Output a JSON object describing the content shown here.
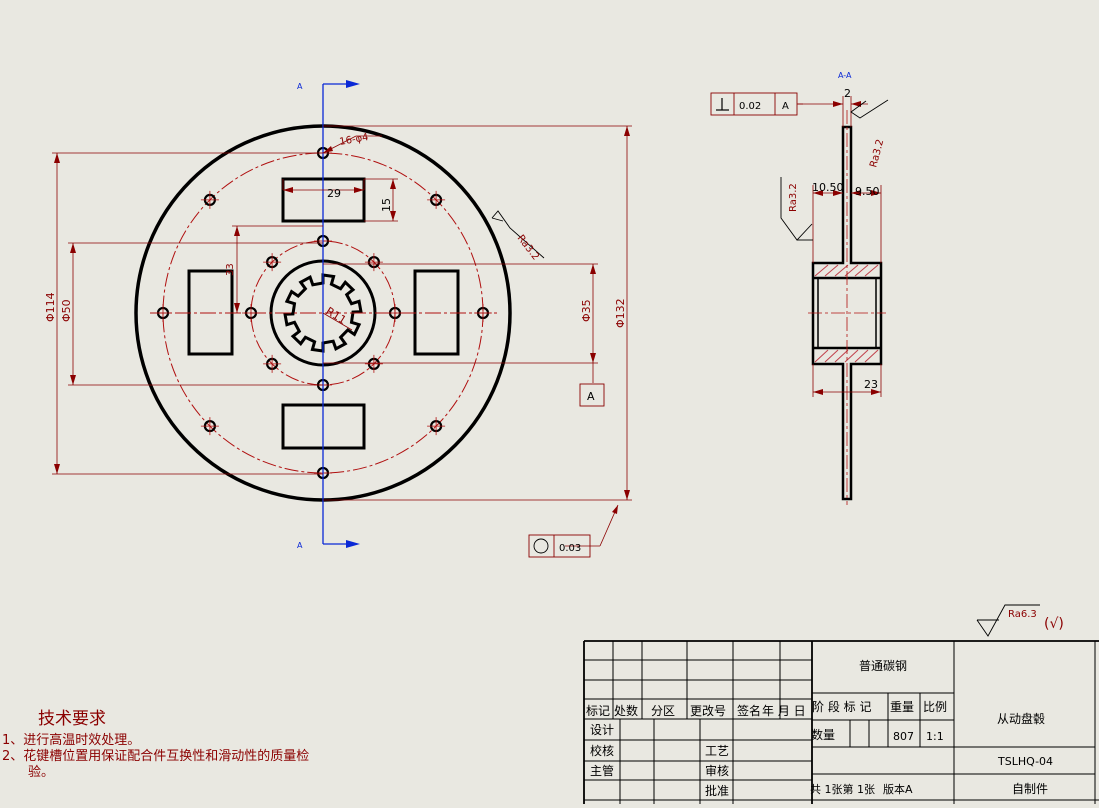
{
  "colors": {
    "background": "#e9e8e1",
    "part_outline": "#000000",
    "dimension": "#8b0000",
    "section_arrow": "#0a28d6",
    "requirements_text": "#8b0000"
  },
  "section": {
    "top_label": "A",
    "bottom_label": "A",
    "view_title": "A-A"
  },
  "front_view": {
    "dims": {
      "holes": "16-φ4",
      "slot_length": "29",
      "slot_width": "15",
      "roughness_ra": "Ra3.2",
      "offset": "33",
      "radius_spline": "R11",
      "dia_114": "Φ114",
      "dia_50": "Φ50",
      "dia_35": "Φ35",
      "dia_132": "Φ132"
    },
    "datum": "A",
    "circularity": "0.03"
  },
  "section_view": {
    "perpendicularity": {
      "tolerance": "0.02",
      "datum": "A"
    },
    "dims": {
      "thickness": "2",
      "roughness_top": "Ra3.2",
      "roughness_left": "Ra3.2",
      "offset_left": "10.50",
      "offset_right": "9.50",
      "hub_length": "23"
    }
  },
  "surface_note": {
    "roughness": "Ra6.3",
    "suffix": "(√)"
  },
  "requirements": {
    "title": "技术要求",
    "items": [
      "1、进行高温时效处理。",
      "2、花键槽位置用保证配合件互换性和滑动性的质量检",
      "验。"
    ]
  },
  "title_block": {
    "material": "普通碳钢",
    "part_name": "从动盘毂",
    "drawing_no": "TSLHQ-04",
    "make_type": "自制件",
    "headers": [
      "标记",
      "处数",
      "分区",
      "更改号",
      "签名",
      "年 月 日"
    ],
    "stage_label": "阶 段 标 记",
    "weight_label": "重量",
    "scale_label": "比例",
    "quantity_label": "数量",
    "weight_value": "807",
    "scale_value": "1:1",
    "roles": [
      "设计",
      "校核",
      "主管"
    ],
    "roles_right": [
      "工艺",
      "审核",
      "批准"
    ],
    "sheet_info": "共 1张第 1张",
    "version": "版本A"
  }
}
